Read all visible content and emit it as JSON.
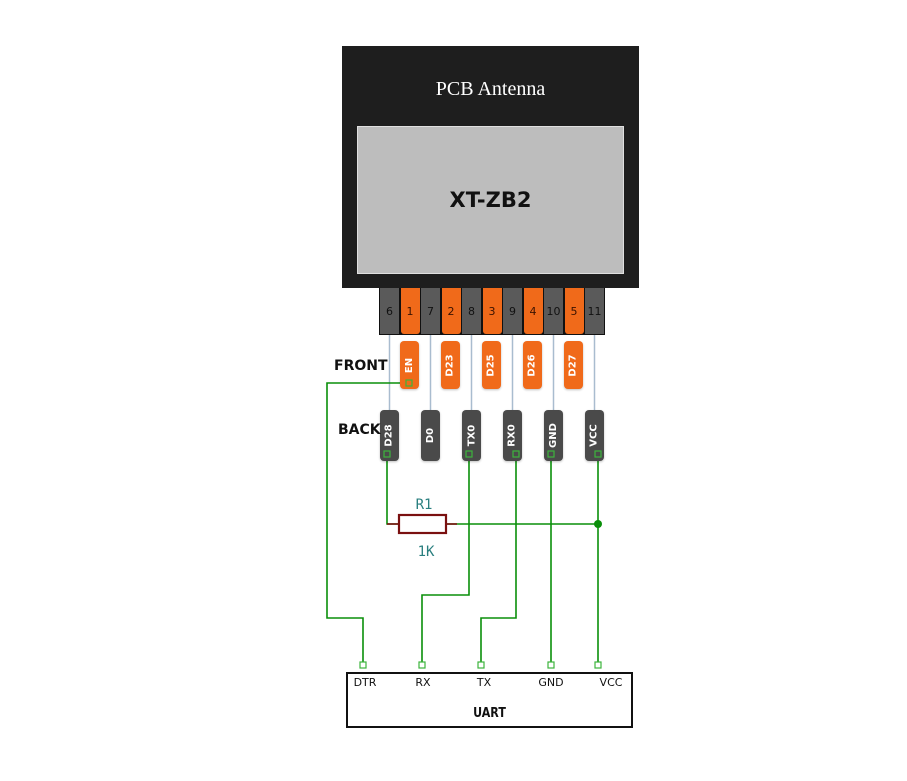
{
  "module": {
    "antenna_label": "PCB Antenna",
    "chip_label": "XT-ZB2"
  },
  "pins": [
    {
      "number": "6",
      "color": "gray"
    },
    {
      "number": "1",
      "color": "orange"
    },
    {
      "number": "7",
      "color": "gray"
    },
    {
      "number": "2",
      "color": "orange"
    },
    {
      "number": "8",
      "color": "gray"
    },
    {
      "number": "3",
      "color": "orange"
    },
    {
      "number": "9",
      "color": "gray"
    },
    {
      "number": "4",
      "color": "orange"
    },
    {
      "number": "10",
      "color": "gray"
    },
    {
      "number": "5",
      "color": "orange"
    },
    {
      "number": "11",
      "color": "gray"
    }
  ],
  "front": {
    "label": "FRONT",
    "tags": [
      "EN",
      "D23",
      "D25",
      "D26",
      "D27"
    ]
  },
  "back": {
    "label": "BACK",
    "tags": [
      "D28",
      "D0",
      "TX0",
      "RX0",
      "GND",
      "VCC"
    ]
  },
  "resistor": {
    "ref": "R1",
    "value": "1K"
  },
  "uart": {
    "title": "UART",
    "pins": [
      "DTR",
      "RX",
      "TX",
      "GND",
      "VCC"
    ]
  },
  "colors": {
    "wire": "#0a8f0a",
    "pin_marker": "#3cb43c",
    "resistor": "#7a1010",
    "orange_pin": "#f06a1a",
    "gray_pin": "#5a5a5a",
    "lead": "#a9bccf"
  },
  "connections": [
    {
      "from": "EN",
      "to": "DTR"
    },
    {
      "from": "TX0",
      "to": "RX"
    },
    {
      "from": "RX0",
      "to": "TX"
    },
    {
      "from": "GND",
      "to": "GND"
    },
    {
      "from": "VCC",
      "to": "VCC"
    },
    {
      "from": "D28",
      "to": "R1",
      "via": "R1 to VCC"
    }
  ]
}
